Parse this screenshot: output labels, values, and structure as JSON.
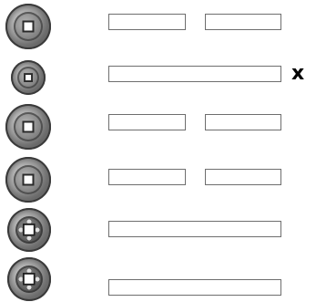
{
  "rows": [
    {
      "coin_icon": "coin-icon",
      "inputs": 2
    },
    {
      "coin_icon": "coin-icon",
      "inputs": 1,
      "mark": "x"
    },
    {
      "coin_icon": "coin-icon",
      "inputs": 2
    },
    {
      "coin_icon": "coin-icon",
      "inputs": 2
    },
    {
      "coin_icon": "ornate-coin-icon",
      "inputs": 1
    },
    {
      "coin_icon": "ornate-coin-icon",
      "inputs": 1
    }
  ],
  "colors": {
    "input_border": "#6e6e6e",
    "mark": "#000000"
  }
}
